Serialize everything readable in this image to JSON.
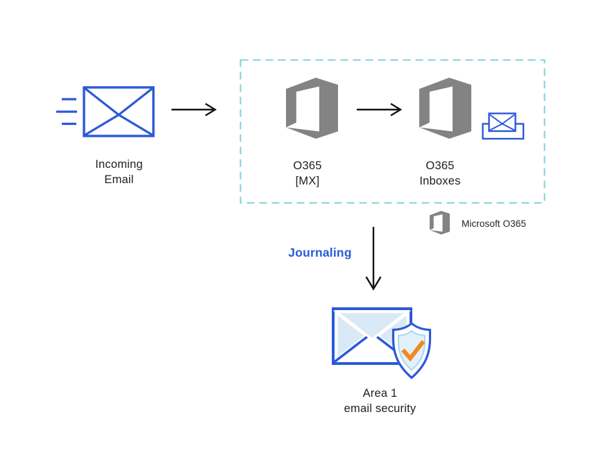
{
  "colors": {
    "blue": "#2B59D8",
    "pale-blue": "#D9E9F6",
    "shield-fill": "#E2F1FB",
    "shield-inner-stroke": "#A9D6F1",
    "orange": "#F2891D",
    "gray": "#838383",
    "dash": "#7FD1DA",
    "arrow": "#141414",
    "text": "#1E1E1E",
    "journal-blue": "#2B5BD6",
    "bg": "#ffffff"
  },
  "nodes": {
    "incoming_email": {
      "label_line1": "Incoming",
      "label_line2": "Email"
    },
    "o365_mx": {
      "label_line1": "O365",
      "label_line2": "[MX]"
    },
    "o365_inboxes": {
      "label_line1": "O365",
      "label_line2": "Inboxes"
    },
    "area1": {
      "label_line1": "Area 1",
      "label_line2": "email security"
    }
  },
  "flow": {
    "journaling_label": "Journaling"
  },
  "legend": {
    "label": "Microsoft O365"
  }
}
